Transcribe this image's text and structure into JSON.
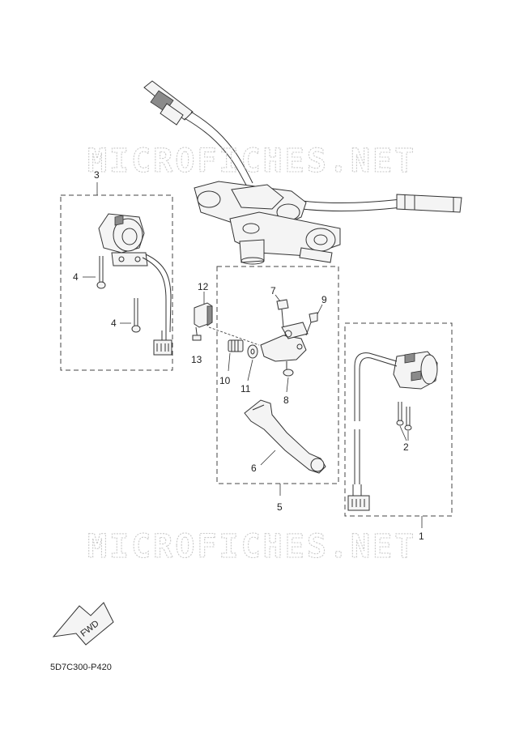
{
  "watermark": "MICROFICHES.NET",
  "diagram_code": "5D7C300-P420",
  "fwd_label": "FWD",
  "callouts": {
    "c1": "1",
    "c2": "2",
    "c3": "3",
    "c4a": "4",
    "c4b": "4",
    "c5": "5",
    "c6": "6",
    "c7": "7",
    "c8": "8",
    "c9": "9",
    "c10": "10",
    "c11": "11",
    "c12": "12",
    "c13": "13"
  }
}
